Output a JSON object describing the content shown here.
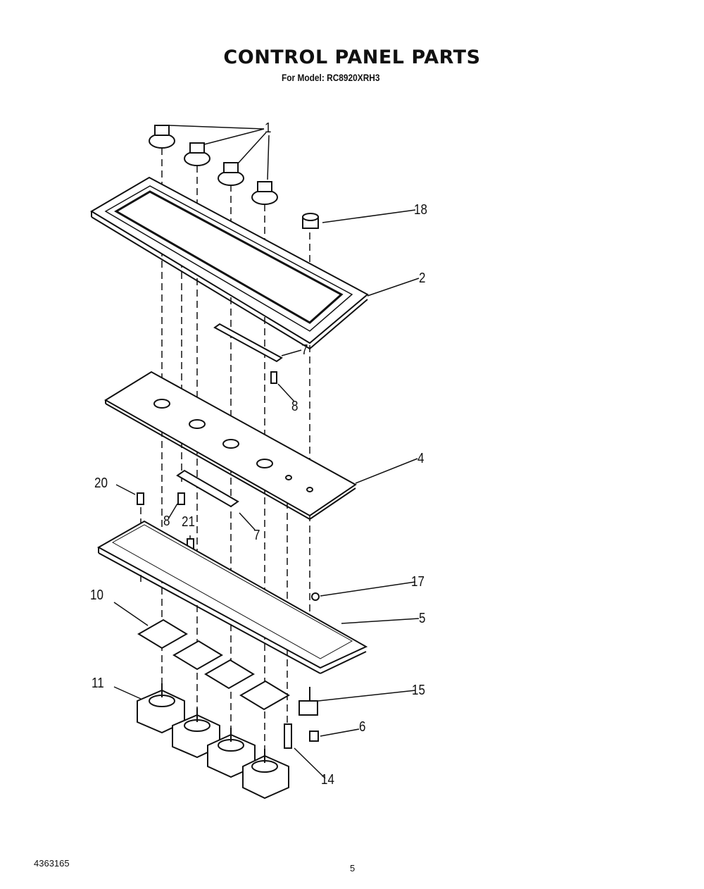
{
  "title": "CONTROL PANEL PARTS",
  "subtitle": "For Model: RC8920XRH3",
  "callouts": [
    "1",
    "18",
    "2",
    "7",
    "8",
    "4",
    "20",
    "8",
    "21",
    "7",
    "17",
    "10",
    "5",
    "11",
    "15",
    "6",
    "14"
  ],
  "footer": {
    "doc_number": "4363165",
    "page_number": "5"
  }
}
